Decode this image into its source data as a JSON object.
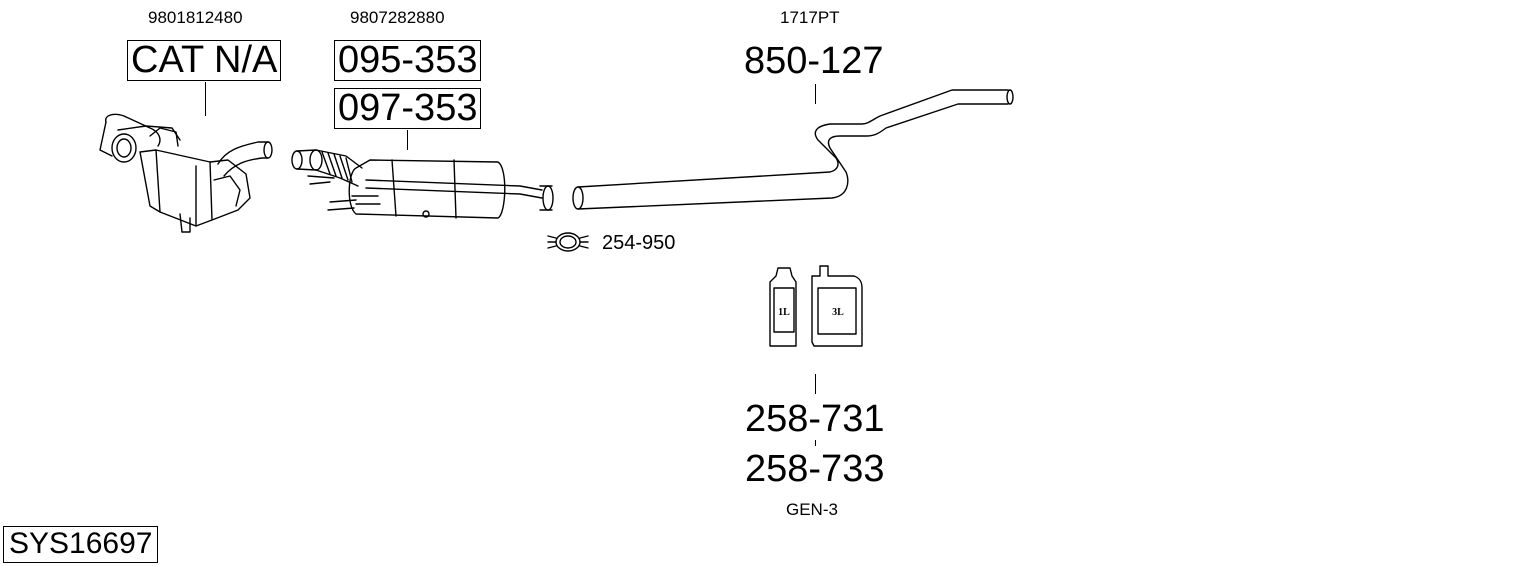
{
  "system_code": "SYS16697",
  "parts": [
    {
      "oem": "9801812480",
      "labels": [
        "CAT N/A"
      ]
    },
    {
      "oem": "9807282880",
      "labels": [
        "095-353",
        "097-353"
      ]
    },
    {
      "oem": "1717PT",
      "labels": [
        "850-127"
      ]
    }
  ],
  "clamp": {
    "label": "254-950"
  },
  "fluids": {
    "small_can": "1L",
    "large_can": "3L",
    "labels": [
      "258-731",
      "258-733"
    ],
    "note": "GEN-3"
  }
}
